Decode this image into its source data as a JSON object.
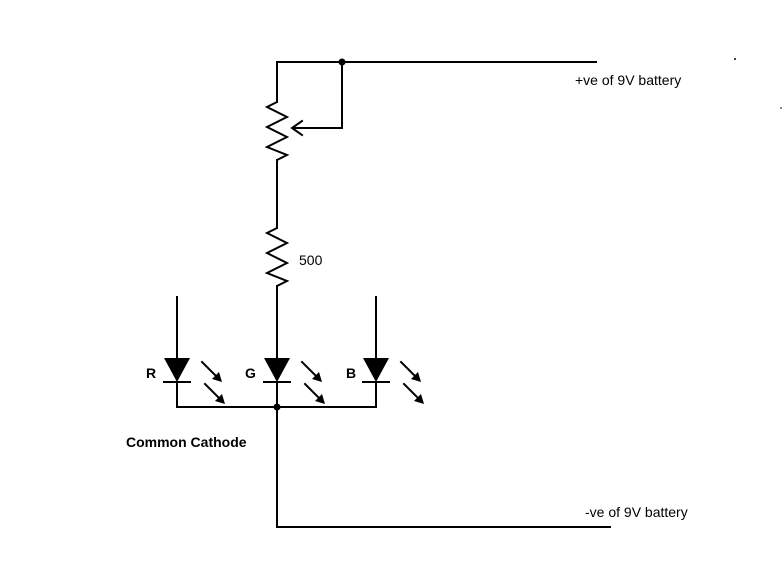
{
  "labels": {
    "positive_terminal": "+ve of 9V battery",
    "negative_terminal": "-ve of 9V battery",
    "resistor_value": "500",
    "common_cathode": "Common Cathode"
  },
  "leds": [
    {
      "letter": "R"
    },
    {
      "letter": "G"
    },
    {
      "letter": "B"
    }
  ],
  "colors": {
    "ink": "#000000",
    "background": "#ffffff"
  }
}
